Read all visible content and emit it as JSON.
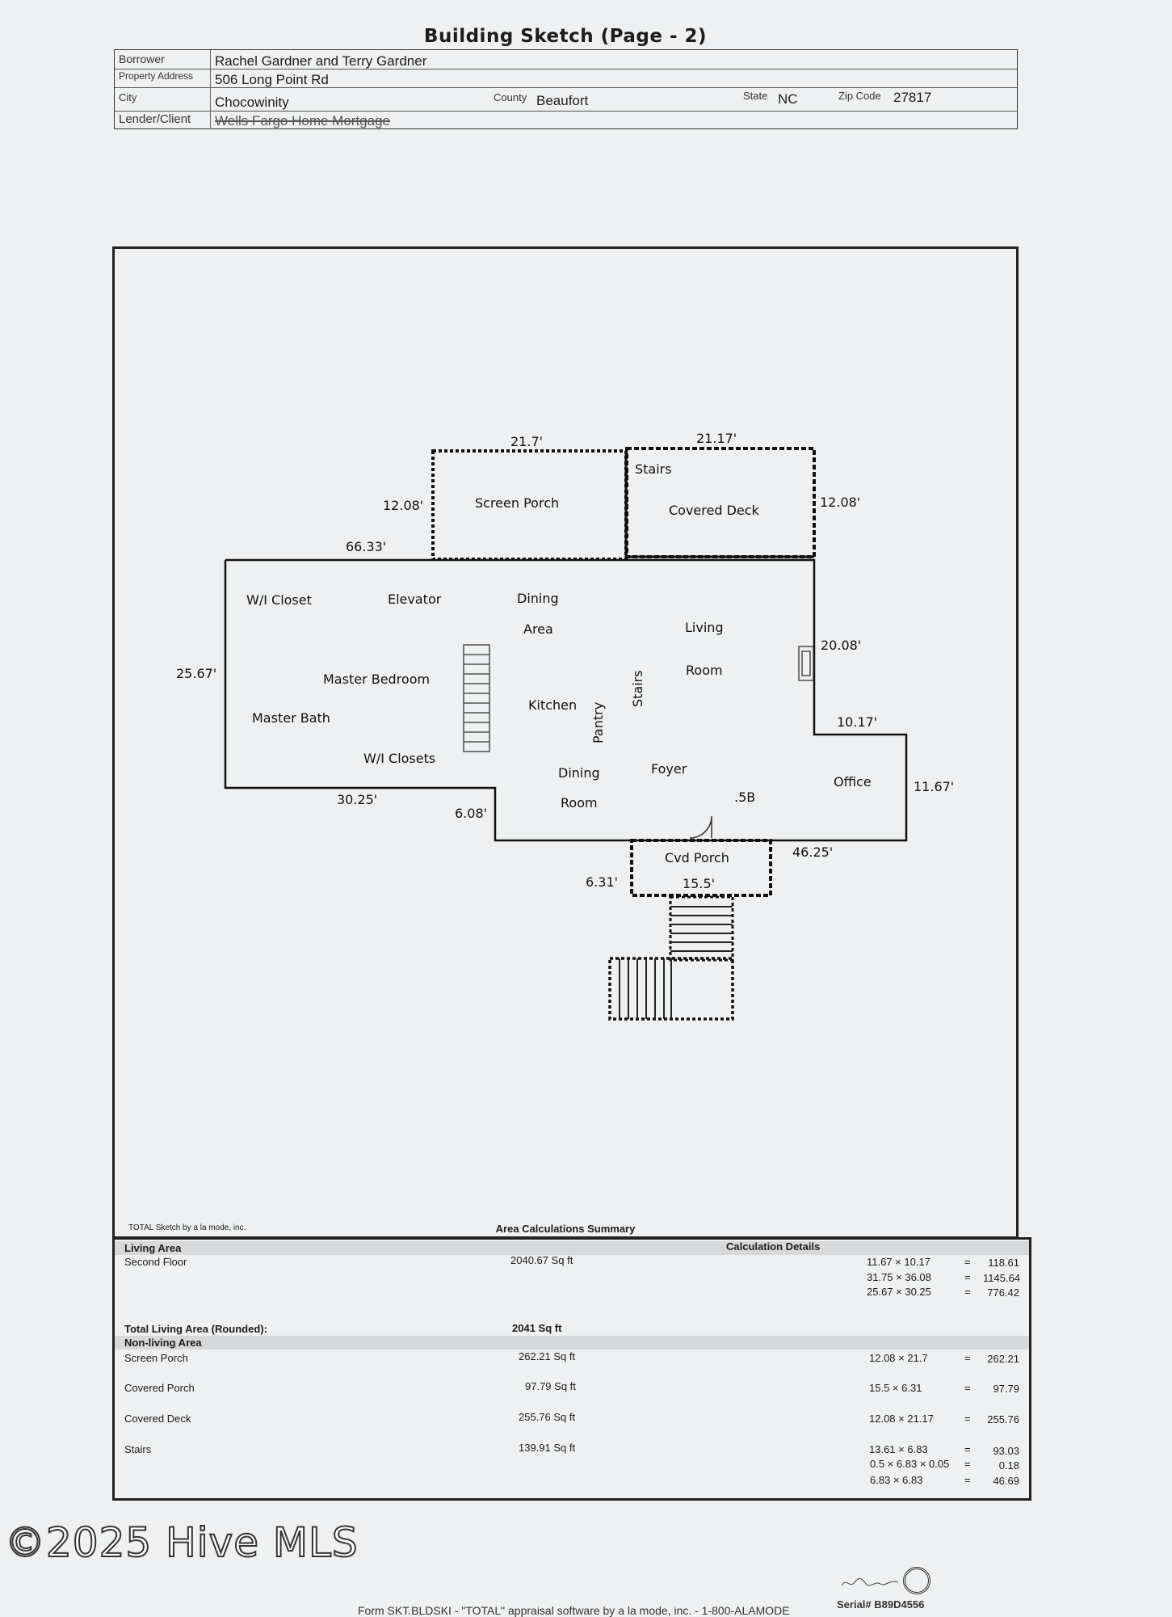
{
  "header": {
    "title": "Building Sketch (Page - 2)",
    "borrower_label": "Borrower",
    "borrower": "Rachel Gardner and Terry Gardner",
    "address_label": "Property Address",
    "address": "506 Long Point Rd",
    "city_label": "City",
    "city": "Chocowinity",
    "county_label": "County",
    "county": "Beaufort",
    "state_label": "State",
    "state": "NC",
    "zip_label": "Zip Code",
    "zip": "27817",
    "lender_label": "Lender/Client",
    "lender": "Wells Fargo Home Mortgage"
  },
  "sketch": {
    "rooms": {
      "screen_porch": "Screen Porch",
      "stairs_top": "Stairs",
      "covered_deck": "Covered Deck",
      "wi_closet": "W/I Closet",
      "elevator": "Elevator",
      "dining_area_1": "Dining",
      "dining_area_2": "Area",
      "living_1": "Living",
      "living_2": "Room",
      "master_bedroom": "Master Bedroom",
      "master_bath": "Master Bath",
      "kitchen": "Kitchen",
      "pantry": "Pantry",
      "stairs_mid": "Stairs",
      "wi_closets": "W/I Closets",
      "dining_room_1": "Dining",
      "dining_room_2": "Room",
      "foyer": "Foyer",
      "half_bath": ".5B",
      "office": "Office",
      "cvd_porch": "Cvd Porch"
    },
    "dimensions": {
      "screen_porch_width": "21.7'",
      "covered_deck_width": "21.17'",
      "screen_porch_depth": "12.08'",
      "covered_deck_depth": "12.08'",
      "main_top": "66.33'",
      "main_left": "25.67'",
      "right_upper": "20.08'",
      "office_step": "10.17'",
      "office_right": "11.67'",
      "bottom_left": "30.25'",
      "bottom_step": "6.08'",
      "bottom_right": "46.25'",
      "porch_depth": "6.31'",
      "porch_width": "15.5'"
    },
    "credit": "TOTAL Sketch by a la mode, inc."
  },
  "summary": {
    "title": "Area Calculations Summary",
    "living_area_label": "Living Area",
    "calc_details_label": "Calculation Details",
    "living_rows": [
      {
        "name": "Second Floor",
        "area": "2040.67 Sq ft"
      }
    ],
    "living_calcs": [
      {
        "expr": "11.67 × 10.17",
        "eq": "=",
        "val": "118.61"
      },
      {
        "expr": "31.75 × 36.08",
        "eq": "=",
        "val": "1145.64"
      },
      {
        "expr": "25.67 × 30.25",
        "eq": "=",
        "val": "776.42"
      }
    ],
    "total_label": "Total Living Area (Rounded):",
    "total_value": "2041 Sq ft",
    "non_living_label": "Non-living Area",
    "non_living": [
      {
        "name": "Screen Porch",
        "area": "262.21 Sq ft",
        "calcs": [
          {
            "expr": "12.08 × 21.7",
            "eq": "=",
            "val": "262.21"
          }
        ]
      },
      {
        "name": "Covered Porch",
        "area": "97.79 Sq ft",
        "calcs": [
          {
            "expr": "15.5 × 6.31",
            "eq": "=",
            "val": "97.79"
          }
        ]
      },
      {
        "name": "Covered Deck",
        "area": "255.76 Sq ft",
        "calcs": [
          {
            "expr": "12.08 × 21.17",
            "eq": "=",
            "val": "255.76"
          }
        ]
      },
      {
        "name": "Stairs",
        "area": "139.91 Sq ft",
        "calcs": [
          {
            "expr": "13.61 × 6.83",
            "eq": "=",
            "val": "93.03"
          },
          {
            "expr": "0.5 × 6.83 × 0.05",
            "eq": "=",
            "val": "0.18"
          },
          {
            "expr": "6.83 × 6.83",
            "eq": "=",
            "val": "46.69"
          }
        ]
      }
    ]
  },
  "watermark": "©2025 Hive MLS",
  "footer": "Form SKT.BLDSKI - \"TOTAL\" appraisal software by a la mode, inc. - 1-800-ALAMODE",
  "serial": "Serial# B89D4556"
}
